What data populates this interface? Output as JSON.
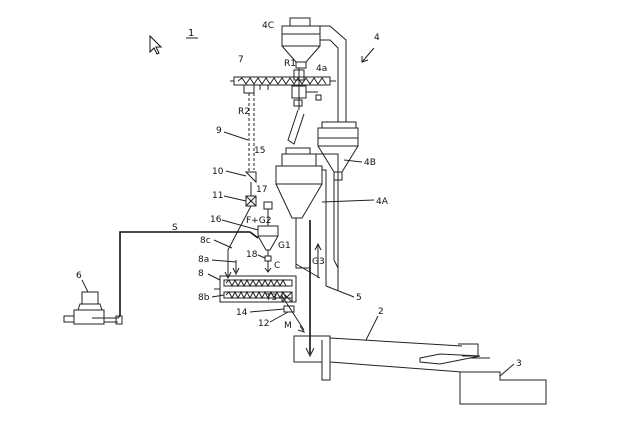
{
  "figure": {
    "title": "1",
    "labels": {
      "l4C": "4C",
      "l4": "4",
      "l4a": "4a",
      "lR1": "R1",
      "l7": "7",
      "lR2": "R2",
      "l9": "9",
      "l15": "15",
      "l4B": "4B",
      "l10": "10",
      "l17": "17",
      "l11": "11",
      "l4A": "4A",
      "l16": "16",
      "lFG2": "F+G2",
      "lS": "S",
      "lG1": "G1",
      "l8c": "8c",
      "l18": "18",
      "lC": "C",
      "l8a": "8a",
      "lG3": "G3",
      "l8": "8",
      "l6": "6",
      "l8b": "8b",
      "lT3": "T3",
      "l5": "5",
      "l14": "14",
      "l12": "12",
      "lM": "M",
      "l2": "2",
      "l3": "3"
    }
  }
}
